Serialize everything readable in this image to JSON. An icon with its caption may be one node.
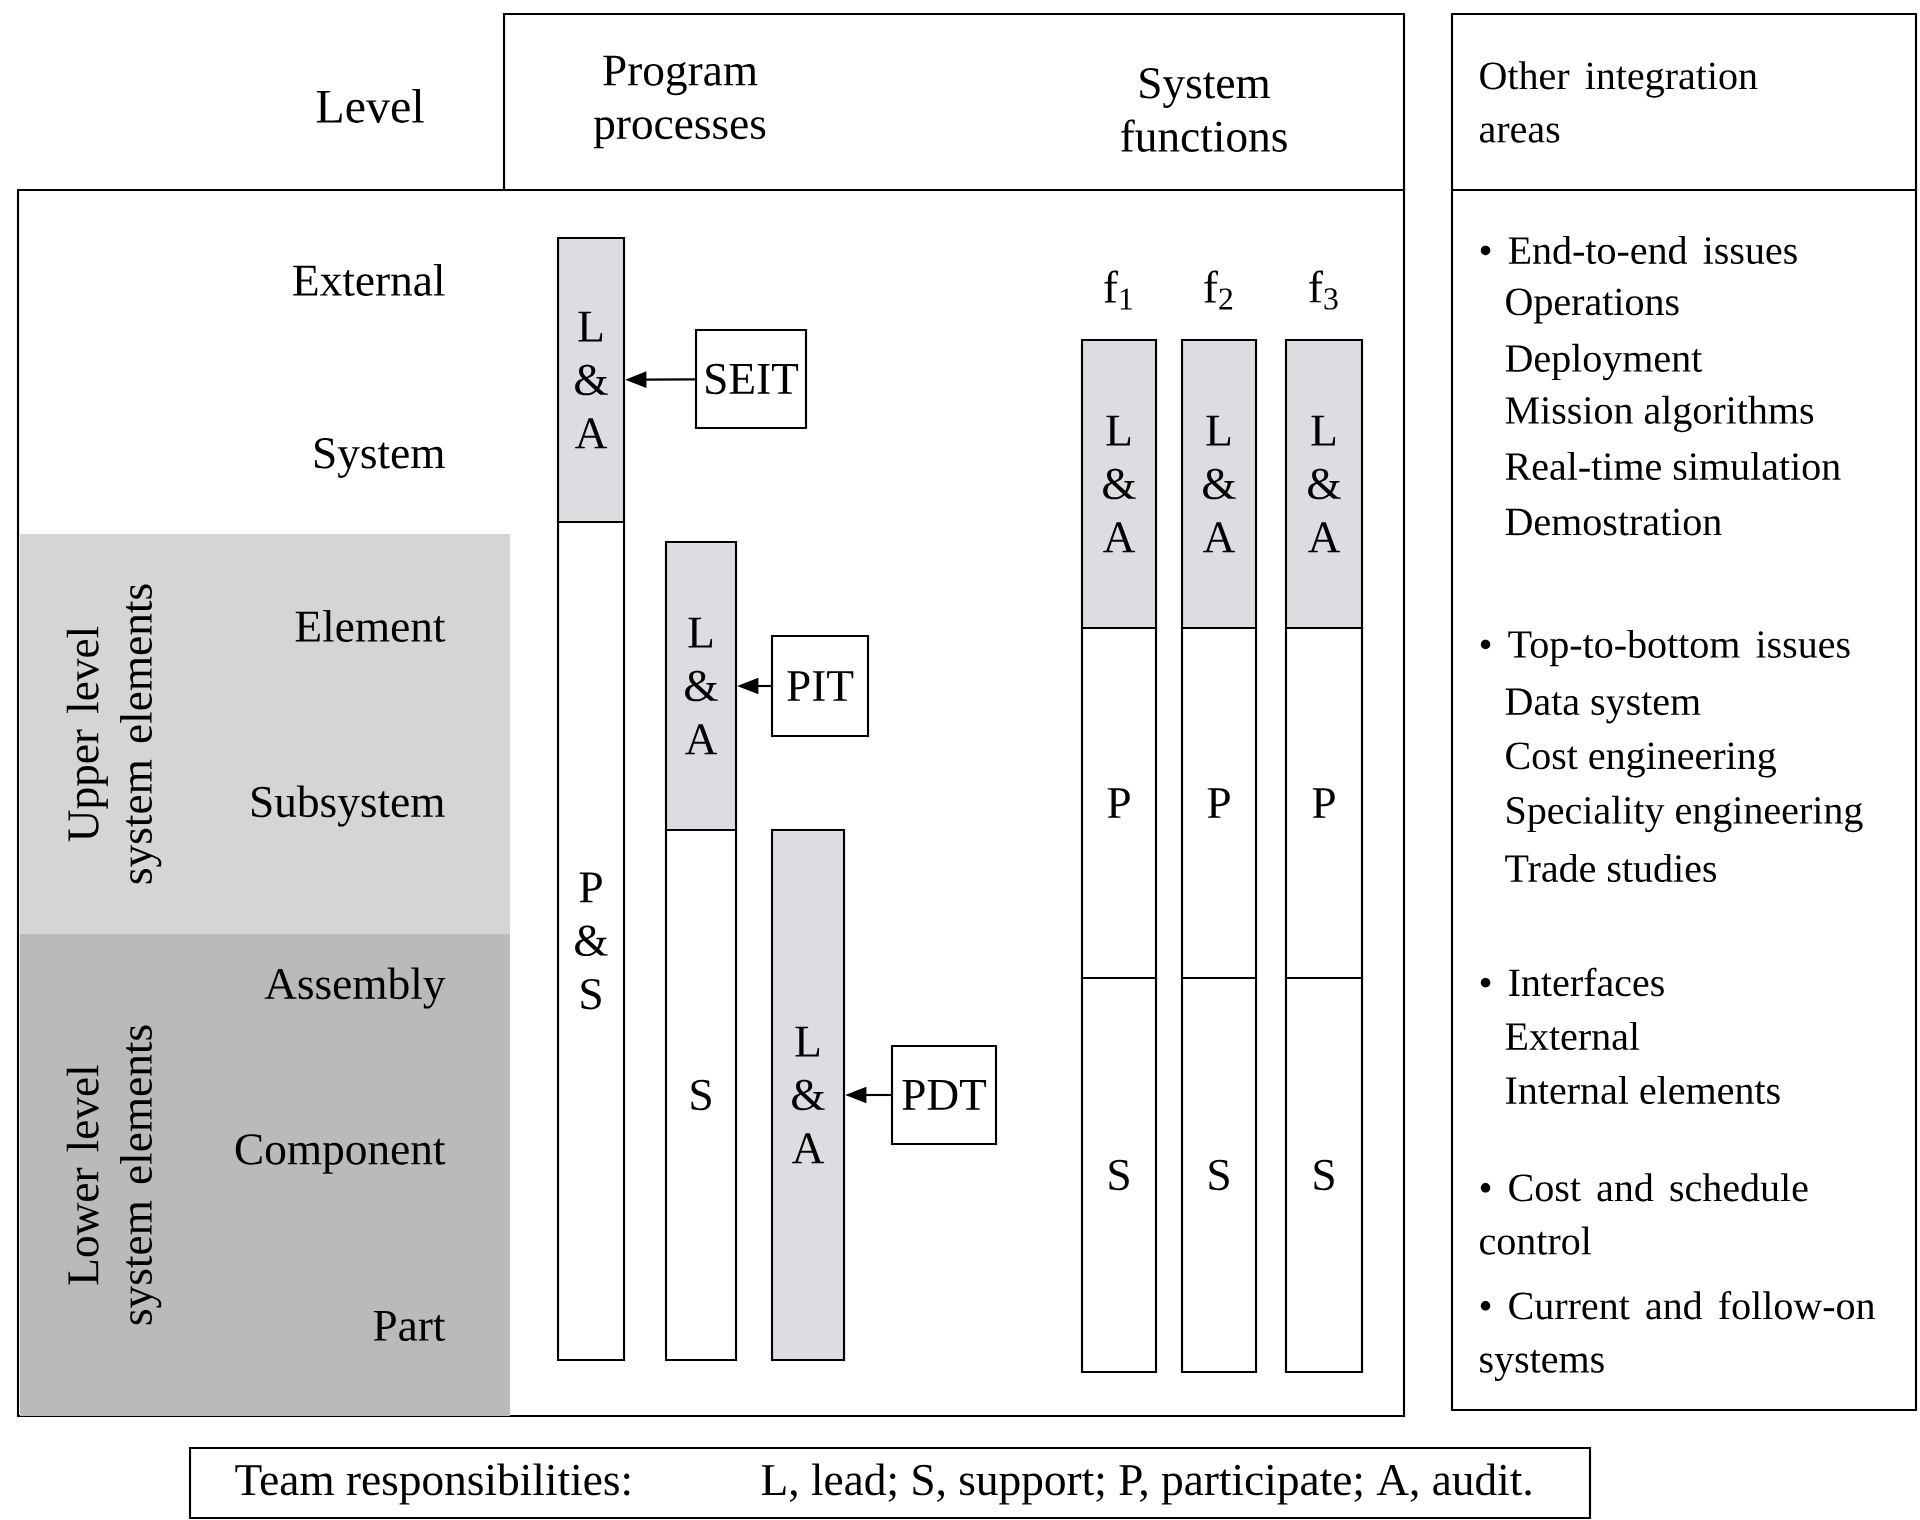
{
  "diagram": {
    "nodes": [
      {
        "text": [
          "Program processes",
          "System functions"
        ]
      },
      {
        "text": [
          "Other integration areas",
          "• End-to-end issues",
          "Operations",
          "Deployment",
          "Mission algorithms",
          "Real-time simulation",
          "Demostration",
          "• Top-to-bottom issues",
          "Data system",
          "Cost engineering",
          "Speciality engineering",
          "Trade studies",
          "• Interfaces",
          "External",
          "Internal elements",
          "• Cost and schedule control",
          "• Current and follow-on systems"
        ]
      },
      {
        "text": [
          "Upper level system elements"
        ]
      },
      {
        "text": [
          "Lower level system elements"
        ]
      },
      {
        "text": [
          "L & A"
        ]
      },
      {
        "text": [
          "P & S"
        ]
      },
      {
        "text": [
          "SEIT"
        ]
      },
      {
        "text": [
          "L & A"
        ]
      },
      {
        "text": [
          "S"
        ]
      },
      {
        "text": [
          "PIT"
        ]
      },
      {
        "text": [
          "L & A"
        ]
      },
      {
        "text": [
          "PDT"
        ]
      },
      {
        "text": [
          "L & A"
        ],
        "beside": [
          "f$_{1}$"
        ]
      },
      {
        "text": [
          "L & A"
        ],
        "beside": [
          "f$_{2}$"
        ]
      },
      {
        "text": [
          "L & A"
        ],
        "beside": [
          "f$_{3}$"
        ]
      },
      {
        "text": [
          "P"
        ]
      },
      {
        "text": [
          "P"
        ]
      },
      {
        "text": [
          "P"
        ]
      },
      {
        "text": [
          "S"
        ]
      },
      {
        "text": [
          "S"
        ]
      },
      {
        "text": [
          "S"
        ]
      },
      {
        "text": [
          "Team responsibilities:",
          "L, lead; S, support; P, participate; A, audit."
        ]
      }
    ],
    "edges": [
      {
        "from": 6,
        "to": 4,
        "arrow": "to"
      },
      {
        "from": 9,
        "to": 7,
        "arrow": "to"
      },
      {
        "from": 11,
        "to": 10,
        "arrow": "to"
      }
    ],
    "labels": [
      "Level",
      "External",
      "System",
      "Element",
      "Subsystem",
      "Assembly",
      "Component",
      "Part"
    ]
  }
}
